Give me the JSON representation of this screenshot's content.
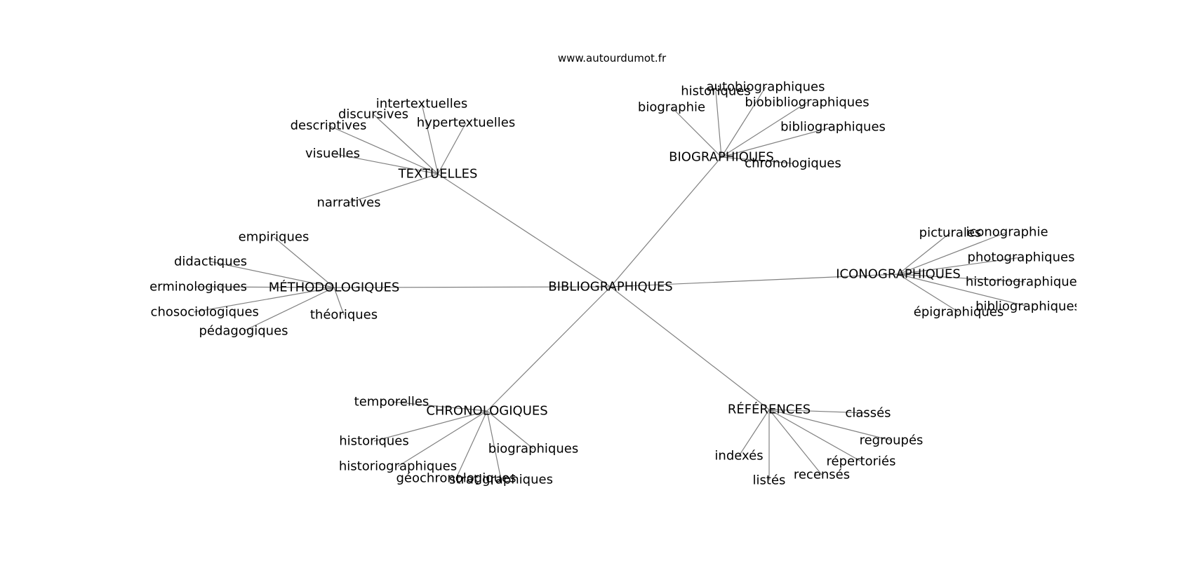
{
  "source": "www.autourdumot.fr",
  "root": "BIBLIOGRAPHIQUES",
  "clusters": [
    {
      "id": "textuelles",
      "label": "TEXTUELLES",
      "words": [
        "intertextuelles",
        "discursives",
        "descriptives",
        "hypertextuelles",
        "visuelles",
        "narratives"
      ]
    },
    {
      "id": "biographiques",
      "label": "BIOGRAPHIQUES",
      "words": [
        "historiques",
        "autobiographiques",
        "biographie",
        "biobibliographiques",
        "bibliographiques",
        "chronologiques"
      ]
    },
    {
      "id": "methodologiques",
      "label": "MÉTHODOLOGIQUES",
      "words": [
        "empiriques",
        "didactiques",
        "terminologiques",
        "psychosociologiques",
        "théoriques",
        "pédagogiques"
      ]
    },
    {
      "id": "iconographiques",
      "label": "ICONOGRAPHIQUES",
      "words": [
        "picturales",
        "iconographie",
        "photographiques",
        "historiographiques",
        "bibliographiques",
        "épigraphiques"
      ]
    },
    {
      "id": "chronologiques",
      "label": "CHRONOLOGIQUES",
      "words": [
        "temporelles",
        "historiques",
        "historiographiques",
        "géochronologiques",
        "stratigraphiques",
        "biographiques"
      ]
    },
    {
      "id": "references",
      "label": "RÉFÉRENCES",
      "words": [
        "classés",
        "regroupés",
        "indexés",
        "répertoriés",
        "listés",
        "recensés"
      ]
    }
  ]
}
